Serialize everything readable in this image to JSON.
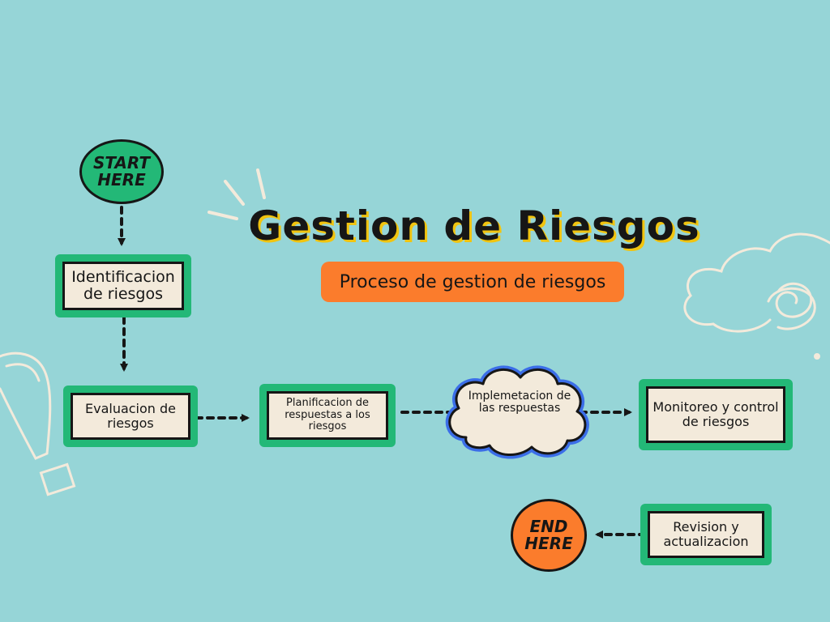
{
  "title": "Gestion de Riesgos",
  "subtitle": "Proceso de gestion de riesgos",
  "start": {
    "line1": "START",
    "line2": "HERE"
  },
  "end": {
    "line1": "END",
    "line2": "HERE"
  },
  "steps": [
    {
      "label": "Identificacion de riesgos"
    },
    {
      "label": "Evaluacion de riesgos"
    },
    {
      "label": "Planificacion de respuestas a los riesgos"
    },
    {
      "label": "Implemetacion de las respuestas"
    },
    {
      "label": "Monitoreo y control de riesgos"
    },
    {
      "label": "Revision y actualizacion"
    }
  ],
  "colors": {
    "background": "#96d5d7",
    "step_border": "#23b877",
    "step_fill": "#f3eadb",
    "subtitle_fill": "#fb7c2c",
    "start_fill": "#23b877",
    "end_fill": "#fb7c2c",
    "cloud_outline": "#3b6ee8",
    "title_shadow": "#f1c40f"
  }
}
